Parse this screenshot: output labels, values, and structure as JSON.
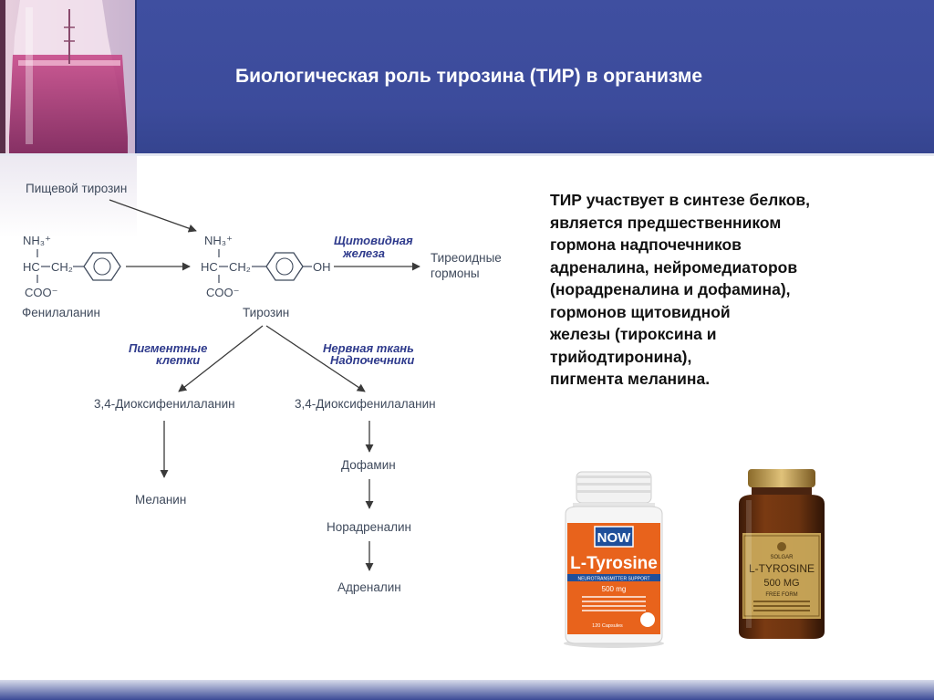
{
  "slide": {
    "title": "Биологическая роль тирозина (ТИР) в организме"
  },
  "diagram": {
    "dietary_tyrosine": "Пищевой тирозин",
    "nh3": "NH₃⁺",
    "hc": "HC",
    "ch2": "CH₂",
    "coo": "COO⁻",
    "oh": "OH",
    "phenylalanine": "Фенилаланин",
    "tyrosine": "Тирозин",
    "thyroid_gland_line1": "Щитовидная",
    "thyroid_gland_line2": "железа",
    "thyroid_hormones_line1": "Тиреоидные",
    "thyroid_hormones_line2": "гормоны",
    "pigment_cells_line1": "Пигментные",
    "pigment_cells_line2": "клетки",
    "nerve_tissue_line1": "Нервная ткань",
    "nerve_tissue_line2": "Надпочечники",
    "dopa_left": "3,4-Диоксифенилаланин",
    "dopa_right": "3,4-Диоксифенилаланин",
    "melanin": "Меланин",
    "dopamine": "Дофамин",
    "noradrenaline": "Норадреналин",
    "adrenaline": "Адреналин"
  },
  "description": {
    "lines": [
      "ТИР участвует в синтезе белков,",
      "является предшественником",
      "гормона надпочечников",
      "адреналина, нейромедиаторов",
      "(норадреналина и дофамина),",
      "гормонов щитовидной",
      "железы (тироксина и",
      "трийодтиронина),",
      "пигмента меланина."
    ]
  },
  "bottle_now": {
    "brand": "NOW",
    "product": "L-Tyrosine",
    "band_text": "NEUROTRANSMITTER SUPPORT",
    "dose": "500 mg",
    "count": "120 Capsules",
    "colors": {
      "cap": "#f2f2f2",
      "label": "#e8631c",
      "brand_box": "#1f4f9a"
    }
  },
  "bottle_solgar": {
    "brand": "SOLGAR",
    "product_line1": "L-TYROSINE",
    "product_line2": "500 MG",
    "sub_line1": "FREE FORM",
    "colors": {
      "cap": "#c9a64b",
      "glass": "#6b3310",
      "label": "#c9a85a"
    }
  },
  "colors": {
    "header": "#3c4b9b",
    "diagram_text": "#3f4a5c",
    "diagram_italic": "#2e3a8c",
    "arrow": "#3a3a3a"
  }
}
